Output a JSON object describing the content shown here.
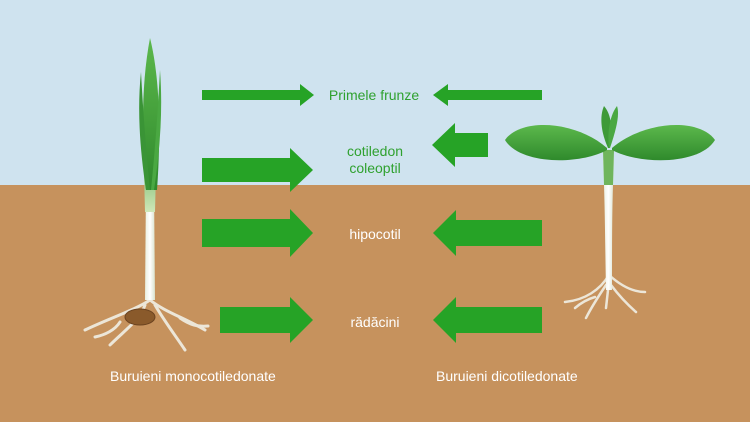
{
  "labels": {
    "primele_frunze": "Primele frunze",
    "cotiledon": "cotiledon",
    "coleoptil": "coleoptil",
    "hipocotil": "hipocotil",
    "radacini": "rădăcini"
  },
  "captions": {
    "monocot": "Buruieni monocotiledonate",
    "dicot": "Buruieni dicotiledonate"
  },
  "colors": {
    "sky": "#cfe3ef",
    "soil": "#c6925d",
    "arrow": "#26a326",
    "leaf": "#3f9c3a",
    "label_green": "#2fa12f"
  },
  "icons": [
    "monocot-seedling-icon",
    "dicot-seedling-icon",
    "seed-icon",
    "arrow-right-icon",
    "arrow-left-icon"
  ]
}
